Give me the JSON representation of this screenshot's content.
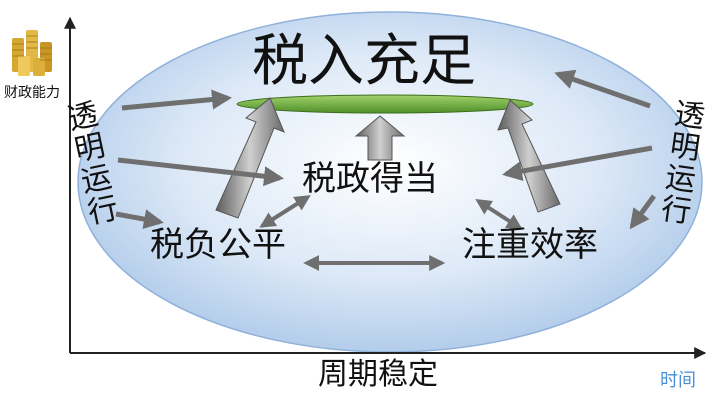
{
  "title": "税入充足",
  "center_label": "税政得当",
  "left_node": "税负公平",
  "right_node": "注重效率",
  "side_label_left": "透明运行",
  "side_label_right": "透明运行",
  "y_axis_label": "财政能力",
  "x_axis_label": "周期稳定",
  "time_label": "时间",
  "icons": {
    "y_axis_icon": "coin-stacks-icon"
  },
  "colors": {
    "ellipse_fill": "#c7dbf2",
    "ellipse_edge": "#7ea7d6",
    "platform": "#7ab648",
    "arrow_grey": "#7d7d7d",
    "time_label": "#4a8fd6",
    "axis": "#222222"
  }
}
